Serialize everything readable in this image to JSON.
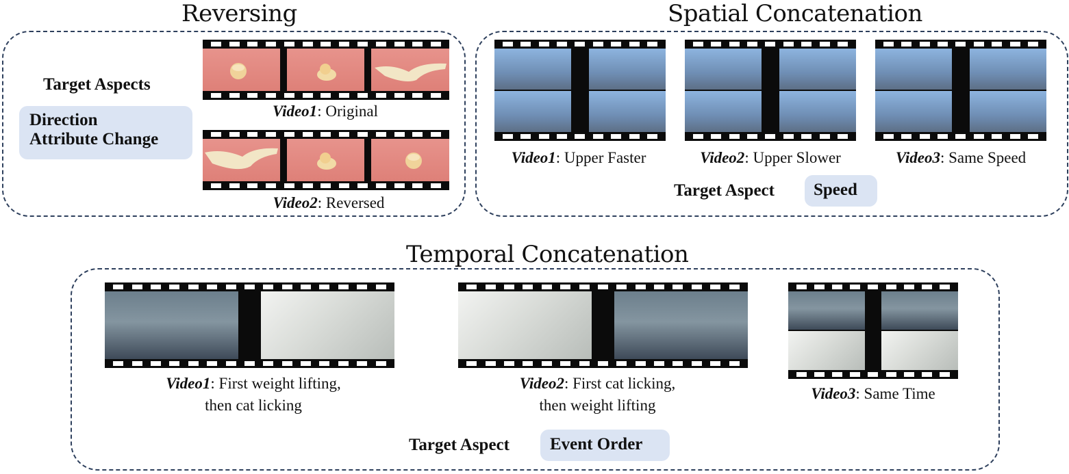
{
  "sections": {
    "reversing": {
      "title": "Reversing",
      "target_label": "Target Aspects",
      "aspects": [
        "Direction",
        "Attribute Change"
      ],
      "videos": [
        {
          "name": "Video1",
          "desc": ": Original"
        },
        {
          "name": "Video2",
          "desc": ": Reversed"
        }
      ]
    },
    "spatial": {
      "title": "Spatial Concatenation",
      "target_label": "Target Aspect",
      "aspect": "Speed",
      "videos": [
        {
          "name": "Video1",
          "desc": ": Upper Faster"
        },
        {
          "name": "Video2",
          "desc": ": Upper Slower"
        },
        {
          "name": "Video3",
          "desc": ": Same Speed"
        }
      ]
    },
    "temporal": {
      "title": "Temporal Concatenation",
      "target_label": "Target Aspect",
      "aspect": "Event Order",
      "videos": [
        {
          "name": "Video1",
          "desc_line1": ": First weight lifting,",
          "desc_line2": "then cat licking"
        },
        {
          "name": "Video2",
          "desc_line1": ": First cat licking,",
          "desc_line2": "then weight lifting"
        },
        {
          "name": "Video3",
          "desc": ": Same Time"
        }
      ]
    }
  },
  "colors": {
    "panel_border": "#2d3f5c",
    "pill_fill": "#dbe4f3",
    "film": "#0b0b0b"
  }
}
